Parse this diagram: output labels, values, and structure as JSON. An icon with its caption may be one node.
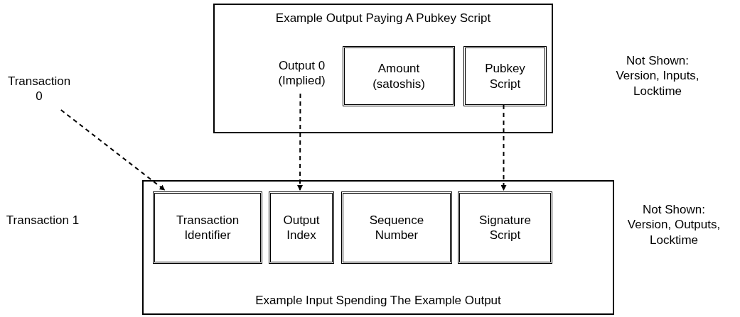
{
  "diagram": {
    "nodes": [
      {
        "text": [
          "Example Output Paying A Pubkey Script"
        ]
      },
      {
        "text": [
          "Output 0 (Implied)"
        ],
        "in": 0
      },
      {
        "text": [
          "Amount (satoshis)"
        ],
        "in": 0
      },
      {
        "text": [
          "Pubkey Script"
        ],
        "in": 0
      },
      {
        "text": [
          "Transaction 0"
        ]
      },
      {
        "text": [
          "Example Input Spending The Example Output"
        ]
      },
      {
        "text": [
          "Transaction Identifier"
        ],
        "in": 5
      },
      {
        "text": [
          "Output Index"
        ],
        "in": 5
      },
      {
        "text": [
          "Sequence Number"
        ],
        "in": 5
      },
      {
        "text": [
          "Signature Script"
        ],
        "in": 5
      }
    ],
    "edges": [
      {
        "from": 4,
        "to": 6,
        "arrow": "to",
        "style": "dashed"
      },
      {
        "from": 1,
        "to": 7,
        "arrow": "to",
        "style": "dashed"
      },
      {
        "from": 3,
        "to": 9,
        "arrow": "to",
        "style": "dashed"
      }
    ],
    "labels": [
      "Transaction 1",
      "Not Shown: Version, Inputs, Locktime",
      "Not Shown: Version, Outputs, Locktime"
    ]
  }
}
